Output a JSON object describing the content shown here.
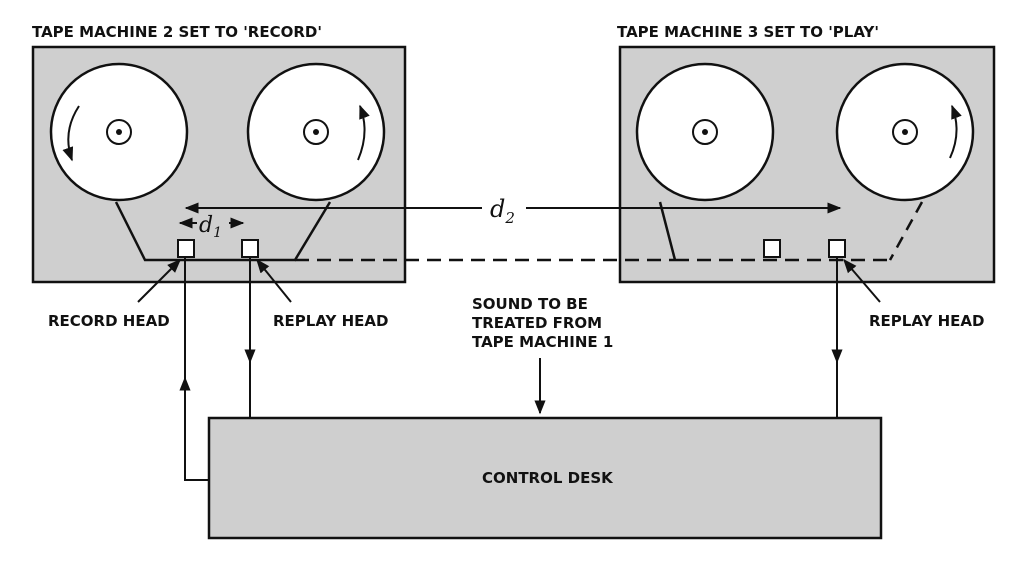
{
  "colors": {
    "panel": "#cfcfcf",
    "ink": "#111111",
    "reel": "#ffffff"
  },
  "machines": [
    {
      "title": "TAPE MACHINE 2 SET TO 'RECORD'",
      "left_head_label": "RECORD HEAD",
      "right_head_label": "REPLAY HEAD"
    },
    {
      "title": "TAPE MACHINE 3 SET TO 'PLAY'",
      "head_label": "REPLAY HEAD"
    }
  ],
  "distances": {
    "d1": "d",
    "d1_sub": "1",
    "d2": "d",
    "d2_sub": "2"
  },
  "source_note": [
    "SOUND TO BE",
    "TREATED FROM",
    "TAPE MACHINE 1"
  ],
  "control_desk": {
    "label": "CONTROL DESK"
  }
}
